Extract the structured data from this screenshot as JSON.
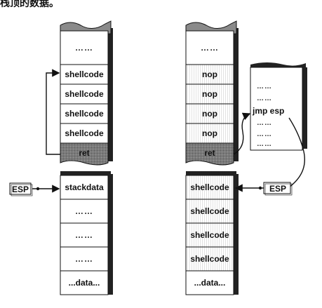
{
  "caption": "栈顶的数据。",
  "left_stack": {
    "top": "……",
    "cells": [
      "shellcode",
      "shellcode",
      "shellcode",
      "shellcode"
    ],
    "ret": "ret",
    "lower": [
      "stackdata",
      "……",
      "……",
      "……",
      "...data..."
    ],
    "esp": "ESP"
  },
  "right_stack": {
    "top": "……",
    "cells": [
      "nop",
      "nop",
      "nop",
      "nop"
    ],
    "ret": "ret",
    "lower": [
      "shellcode",
      "shellcode",
      "shellcode",
      "shellcode",
      "...data..."
    ],
    "esp": "ESP"
  },
  "module": {
    "lines": [
      "……",
      "……",
      "jmp esp",
      "……",
      "……",
      "……"
    ]
  }
}
